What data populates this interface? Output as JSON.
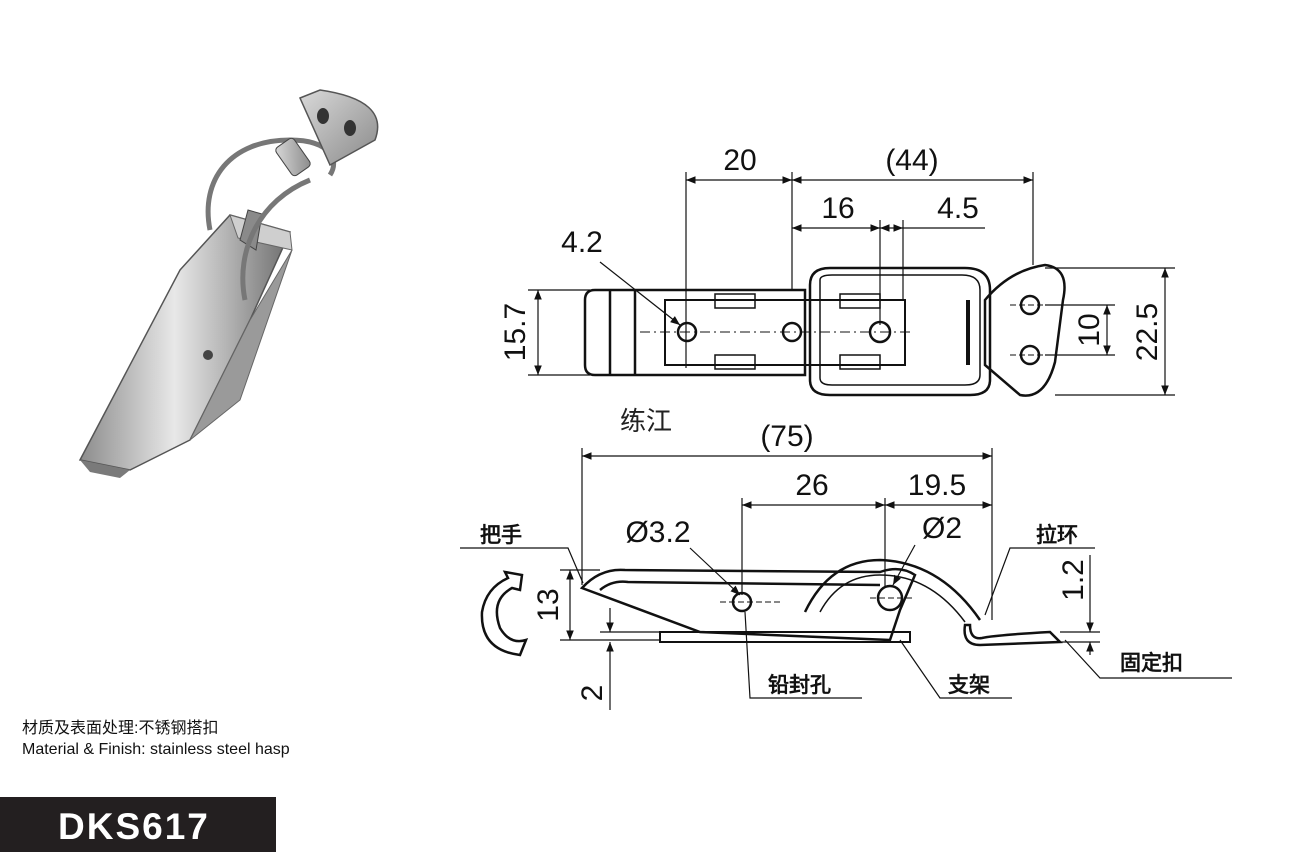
{
  "dimensions": {
    "top_view": [
      "20",
      "(44)",
      "16",
      "4.5",
      "4.2",
      "15.7",
      "10",
      "22.5"
    ],
    "side_view": [
      "(75)",
      "26",
      "19.5",
      "Ø3.2",
      "Ø2",
      "13",
      "2",
      "1.2"
    ]
  },
  "part_labels": {
    "handle": "把手",
    "pull_ring": "拉环",
    "seal_hole": "铅封孔",
    "bracket": "支架",
    "catch": "固定扣"
  },
  "watermark": "练江",
  "material": {
    "line_cn": "材质及表面处理:不锈钢搭扣",
    "line_en": "Material & Finish: stainless steel hasp"
  },
  "model": "DKS617",
  "colors": {
    "ink": "#111111",
    "band": "#231f20",
    "band_text": "#ffffff"
  }
}
